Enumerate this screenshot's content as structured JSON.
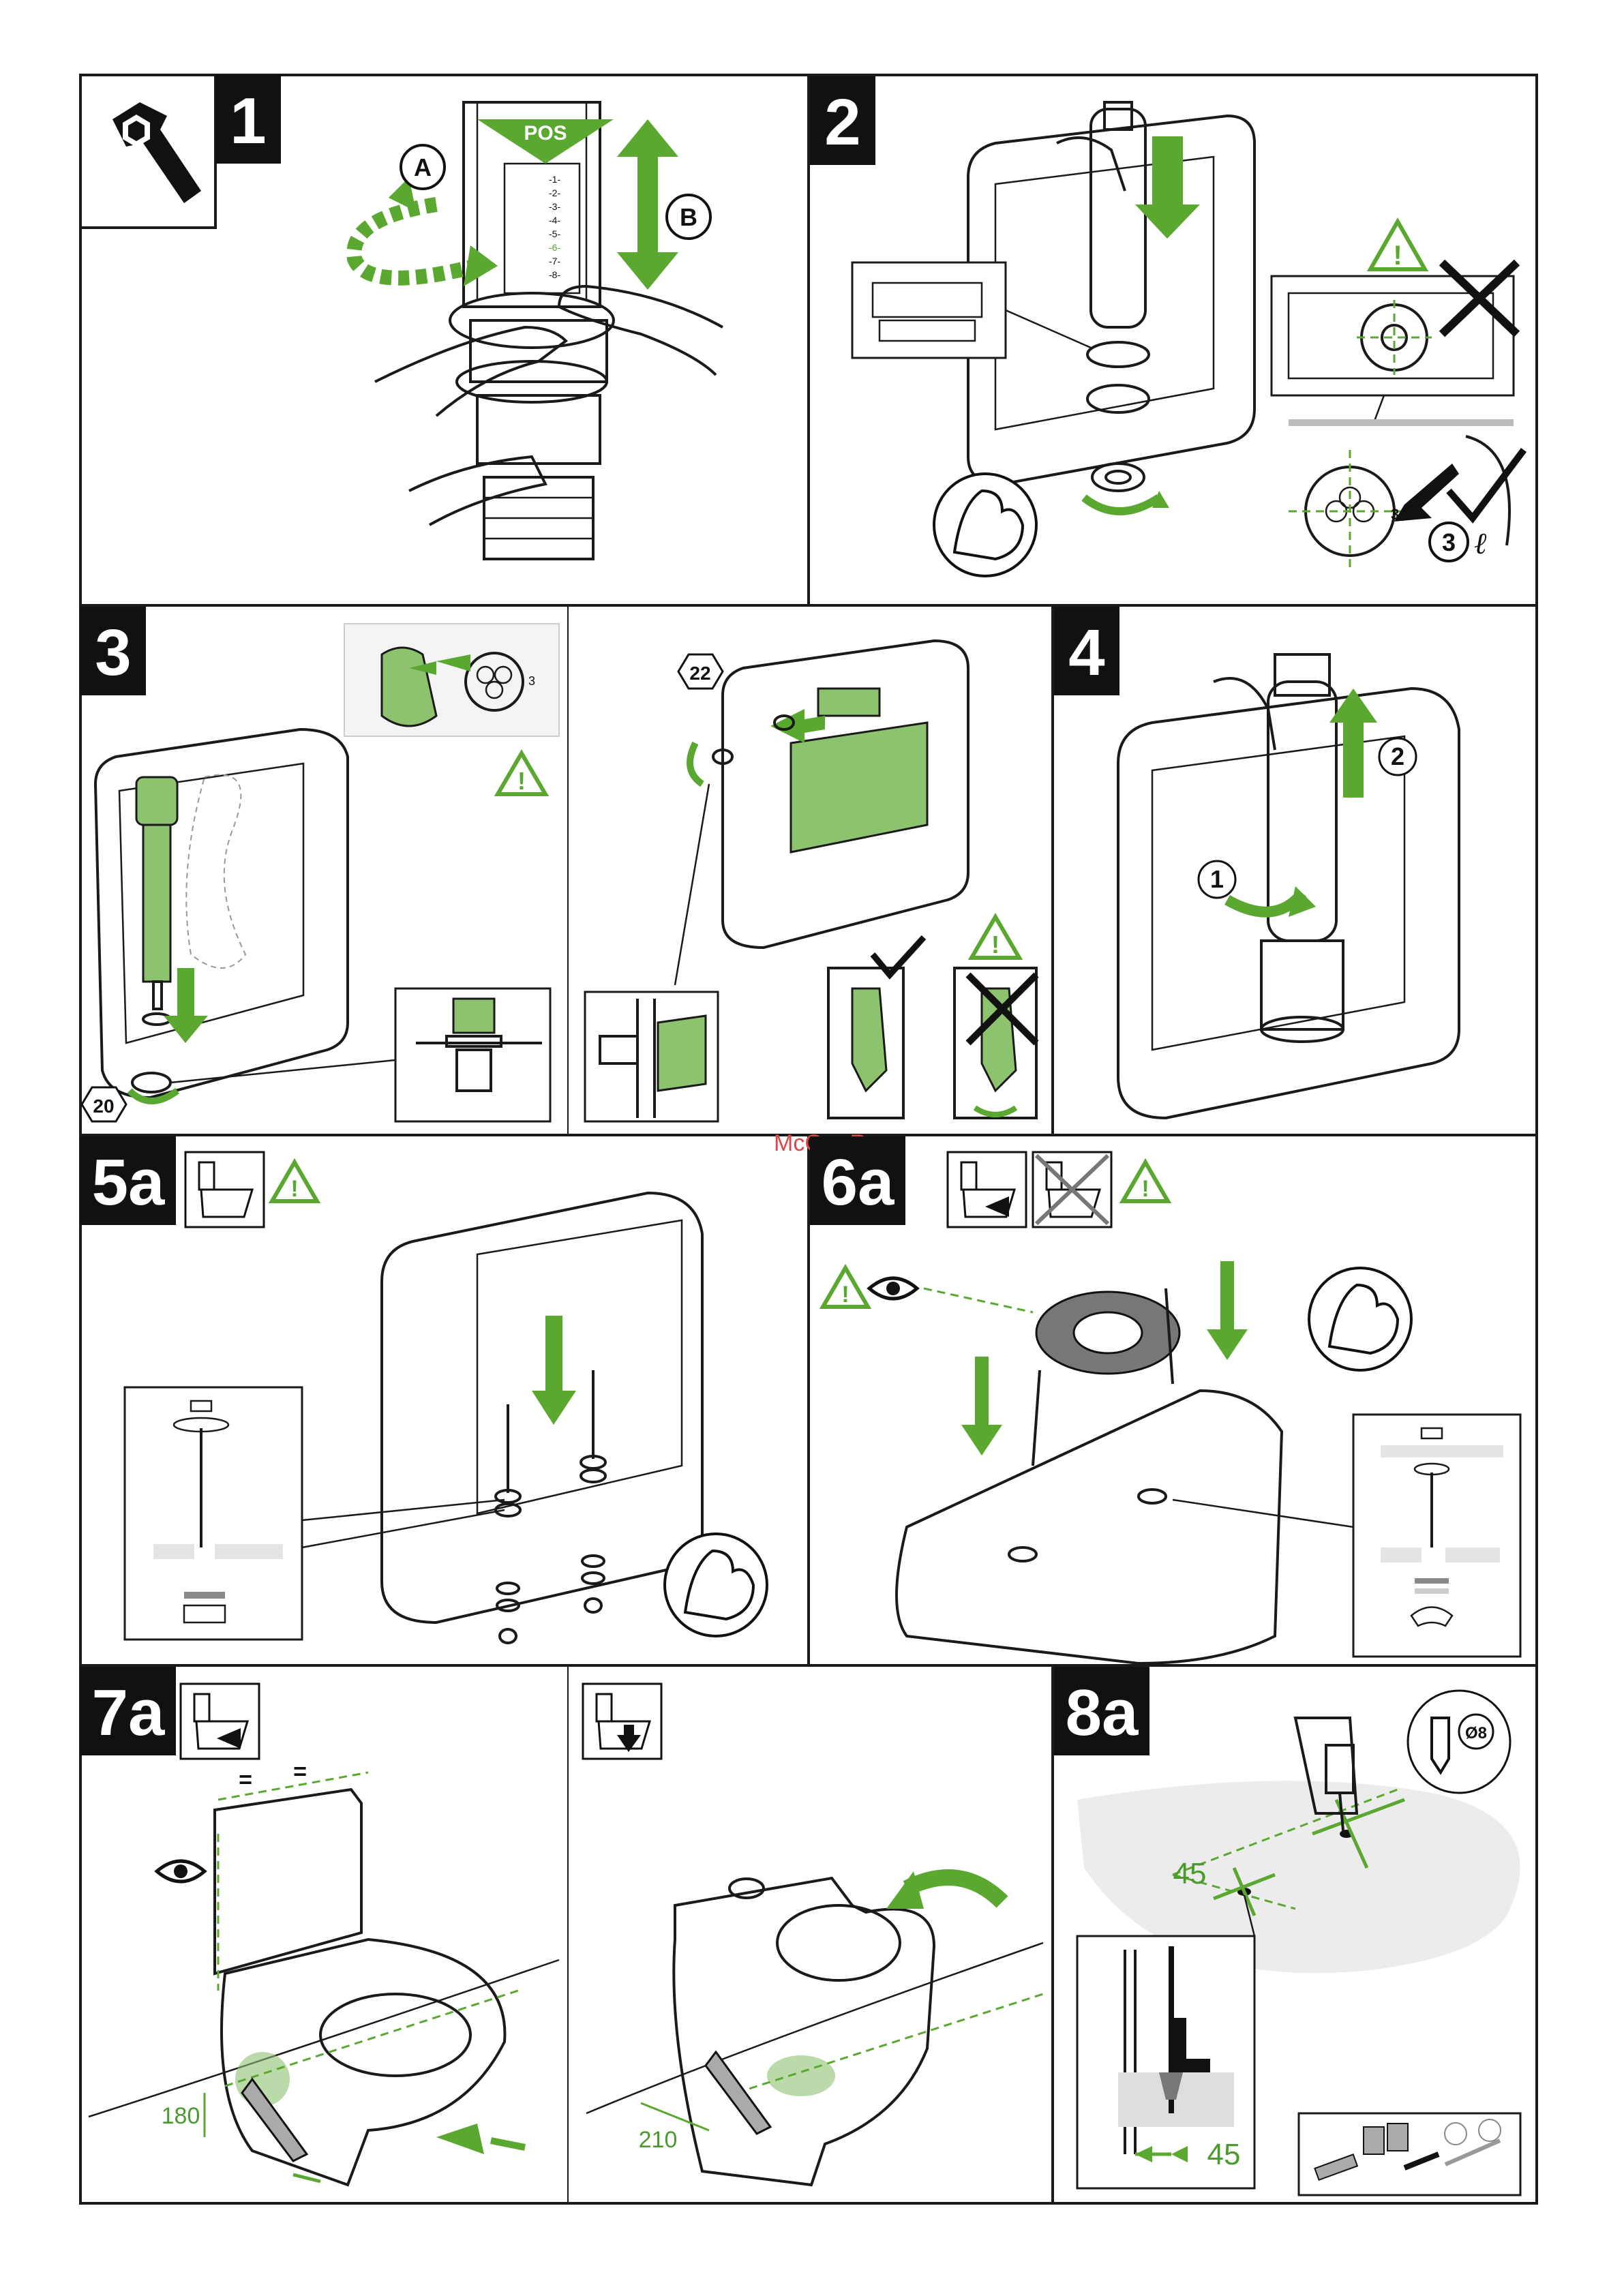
{
  "watermark": "McGrp.Ru",
  "panels": {
    "p1": {
      "step": "1",
      "pos_label": "POS",
      "callout_a": "A",
      "callout_b": "B",
      "scale_marks": [
        "-1-",
        "-2-",
        "-3-",
        "-4-",
        "-5-",
        "-6-",
        "-7-",
        "-8-"
      ]
    },
    "p2": {
      "step": "2",
      "capacity": "3",
      "unit": "ℓ",
      "scale_mark": "3"
    },
    "p3": {
      "step": "3",
      "torque_left": "20",
      "torque_right": "22",
      "scale_mark": "3"
    },
    "p4": {
      "step": "4",
      "order_1": "1",
      "order_2": "2"
    },
    "p5a": {
      "step": "5a"
    },
    "p6a": {
      "step": "6a"
    },
    "p7a": {
      "step": "7a",
      "equal_1": "=",
      "equal_2": "=",
      "height": "180",
      "distance": "210"
    },
    "p8a": {
      "step": "8a",
      "drill": "Ø8",
      "offset_1": "45",
      "offset_2": "45"
    }
  },
  "colors": {
    "accent_green": "#5aa830",
    "part_green": "#8dc26f",
    "line": "#1a1a1a",
    "watermark": "#d84848"
  },
  "icons": [
    "wrench-icon",
    "warning-icon",
    "eye-icon",
    "strength-arm-icon",
    "check-icon",
    "cross-icon",
    "drill-bit-icon",
    "toilet-outlet-icon"
  ]
}
